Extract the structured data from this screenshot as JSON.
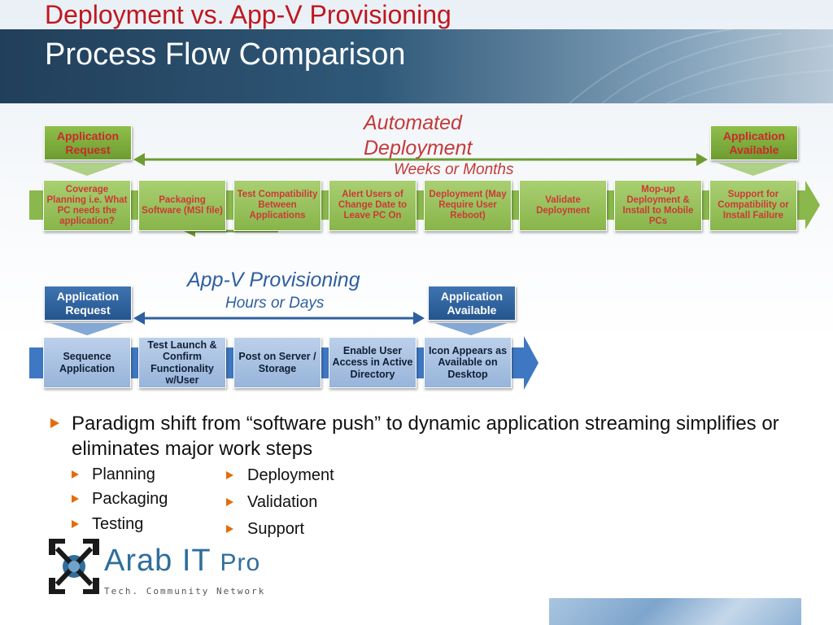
{
  "title": {
    "line1": "Deployment vs. App-V Provisioning",
    "line2": "Process Flow Comparison"
  },
  "automated": {
    "title_line1": "Automated",
    "title_line2": "Deployment",
    "duration": "Weeks or Months",
    "start_tag": "Application Request",
    "end_tag": "Application Available",
    "steps": [
      "Coverage Planning i.e. What PC needs the application?",
      "Packaging Software (MSI file)",
      "Test Compatibility Between Applications",
      "Alert Users of Change Date  to Leave PC On",
      "Deployment (May Require User Reboot)",
      "Validate Deployment",
      "Mop-up Deployment & Install to Mobile PCs",
      "Support for Compatibility or Install Failure"
    ]
  },
  "appv": {
    "title": "App-V Provisioning",
    "duration": "Hours or Days",
    "start_tag": "Application Request",
    "end_tag": "Application Available",
    "steps": [
      "Sequence Application",
      "Test Launch & Confirm Functionality w/User",
      "Post on Server / Storage",
      "Enable User Access in Active Directory",
      "Icon Appears as Available on Desktop"
    ]
  },
  "bullets": {
    "main": "Paradigm shift from “software push” to dynamic application streaming simplifies or eliminates major work steps",
    "left": [
      "Planning",
      "Packaging",
      "Testing"
    ],
    "right": [
      "Deployment",
      "Validation",
      "Support"
    ]
  },
  "logo": {
    "name": "Arab IT ",
    "pro": "Pro",
    "tagline": "Tech. Community Network"
  },
  "colors": {
    "title_red": "#c0171f",
    "accent_green": "#7aa93c",
    "accent_blue": "#2e5f9f",
    "bullet_orange": "#e46c0a"
  }
}
